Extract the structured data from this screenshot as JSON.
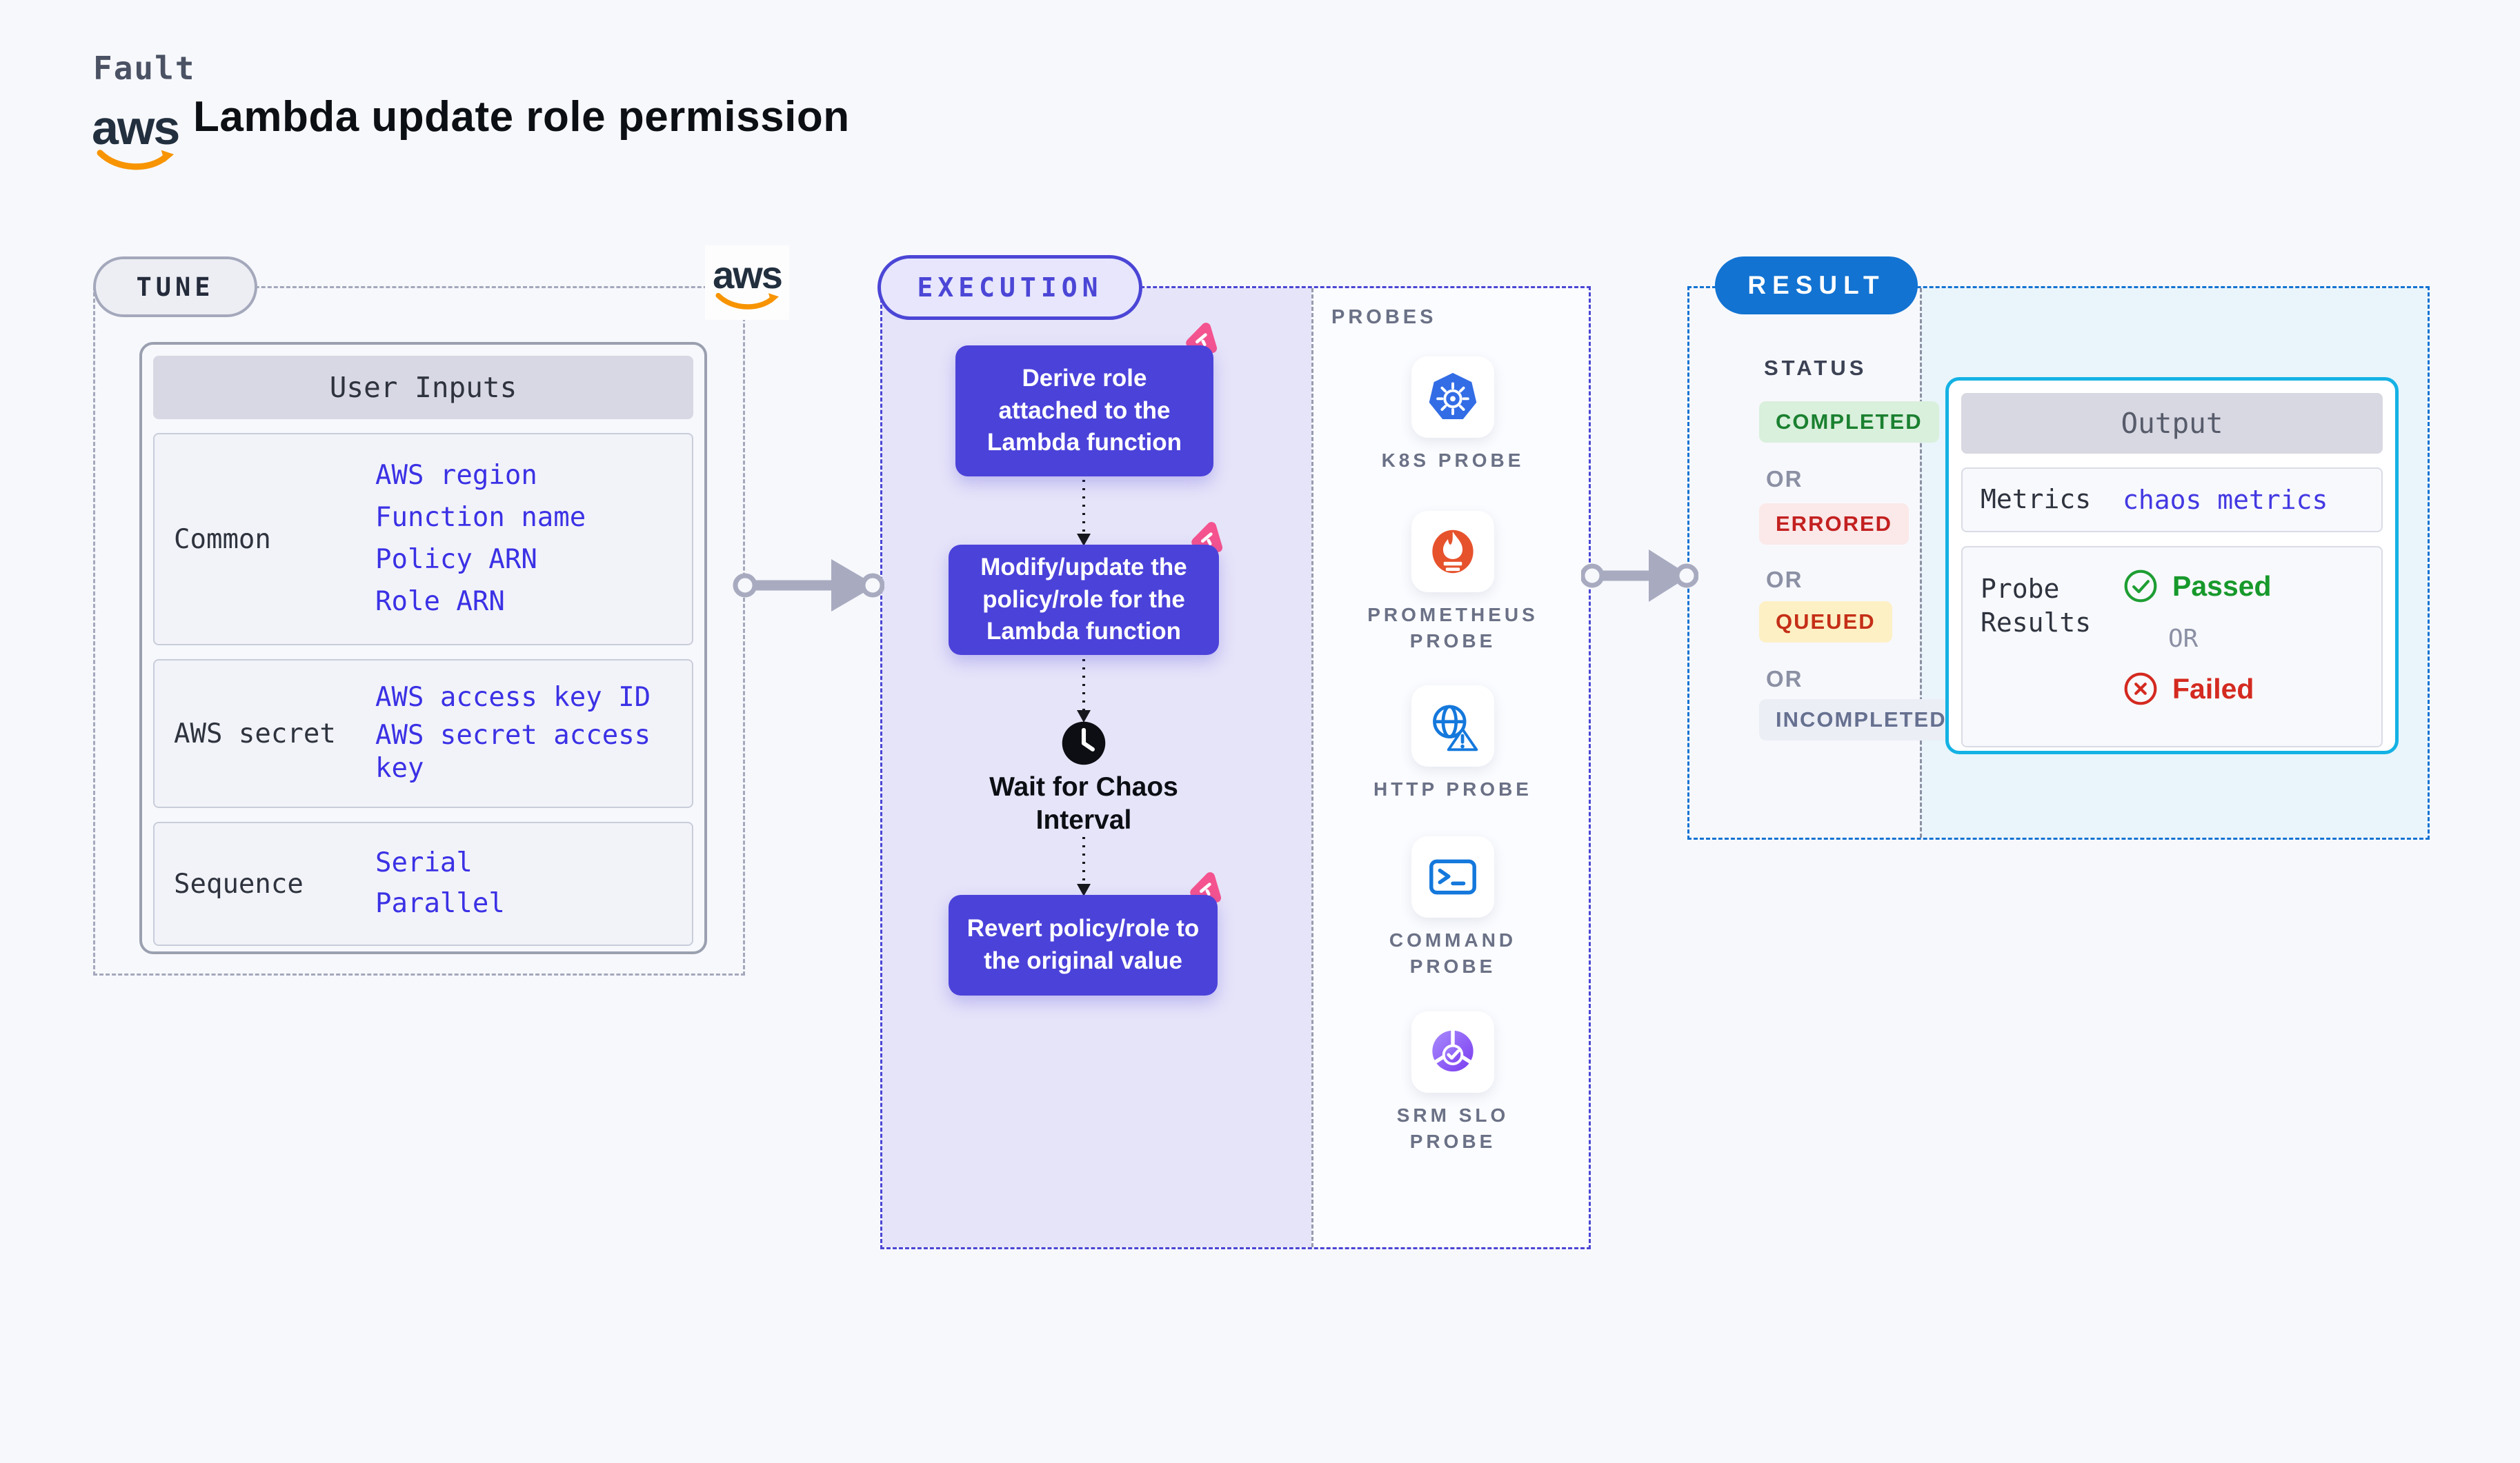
{
  "colors": {
    "page_bg": "#f7f8fc",
    "accent_indigo": "#4b46d6",
    "step_indigo": "#4b42da",
    "lavender_bg": "#e6e4f9",
    "accent_blue": "#1273d2",
    "accent_cyan": "#14b2e4",
    "cyan_bg": "#e9f5fb",
    "link_blue": "#3b31e5",
    "green": "#17992b",
    "red": "#d42a20",
    "chaos_pink": "#f4538f",
    "aws_orange": "#f79400"
  },
  "header": {
    "kicker": "Fault",
    "aws_word": "aws",
    "title": "Lambda update role permission"
  },
  "tune": {
    "badge": "TUNE",
    "user_inputs": {
      "header": "User Inputs",
      "rows": [
        {
          "label": "Common",
          "links": [
            "AWS region",
            "Function name",
            "Policy ARN",
            "Role ARN"
          ]
        },
        {
          "label": "AWS secret",
          "links": [
            "AWS access key ID",
            "AWS secret access key"
          ]
        },
        {
          "label": "Sequence",
          "links": [
            "Serial",
            "Parallel"
          ]
        }
      ]
    }
  },
  "execution": {
    "badge": "EXECUTION",
    "steps": [
      "Derive role attached to the Lambda function",
      "Modify/update the policy/role for the Lambda function",
      "Revert policy/role to the original value"
    ],
    "wait_label": "Wait for Chaos Interval",
    "probes": {
      "label": "PROBES",
      "items": [
        {
          "name": "K8S PROBE",
          "icon": "kubernetes-icon"
        },
        {
          "name": "PROMETHEUS PROBE",
          "icon": "prometheus-icon"
        },
        {
          "name": "HTTP PROBE",
          "icon": "http-globe-warning-icon"
        },
        {
          "name": "COMMAND PROBE",
          "icon": "terminal-icon"
        },
        {
          "name": "SRM SLO PROBE",
          "icon": "srm-slo-icon"
        }
      ]
    }
  },
  "result": {
    "badge": "RESULT",
    "status": {
      "label": "STATUS",
      "completed": "COMPLETED",
      "or": "OR",
      "errored": "ERRORED",
      "queued": "QUEUED",
      "incompleted": "INCOMPLETED"
    },
    "output": {
      "header": "Output",
      "metrics_label": "Metrics",
      "metrics_value": "chaos metrics",
      "probe_results_label": "Probe Results",
      "passed": "Passed",
      "or": "OR",
      "failed": "Failed"
    }
  }
}
